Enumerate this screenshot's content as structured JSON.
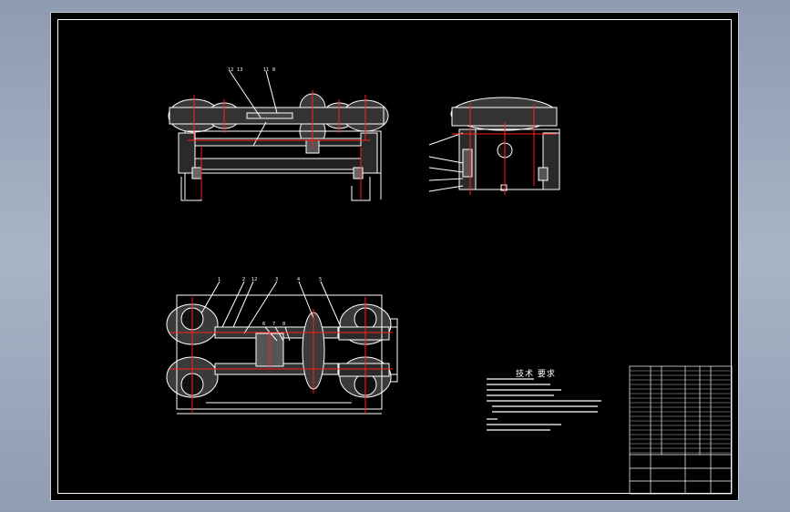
{
  "drawing": {
    "tech_requirements_title": "技术 要求",
    "colors": {
      "line": "#ffffff",
      "center_line": "#ff2020",
      "background": "#000000",
      "desktop": "#98a4b8"
    }
  },
  "front_view": {
    "callouts": [
      "12",
      "13",
      "11",
      "8"
    ]
  },
  "plan_view": {
    "callouts": [
      "1",
      "2",
      "12",
      "3",
      "4",
      "5",
      "6",
      "7",
      "8"
    ]
  }
}
